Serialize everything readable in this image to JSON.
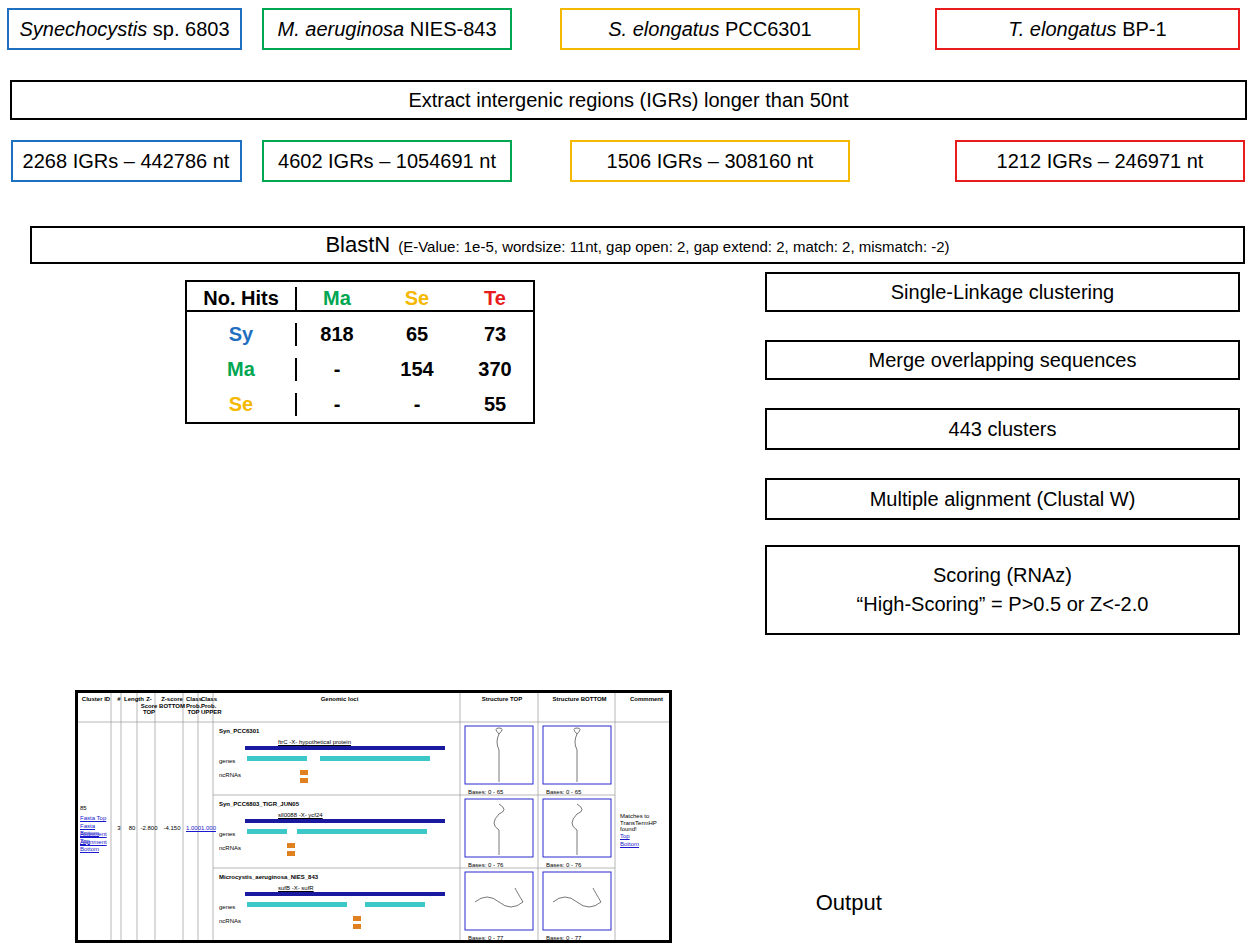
{
  "diagram": {
    "nodes": [
      {
        "text": [
          "Synechocystis sp. 6803"
        ]
      },
      {
        "text": [
          "M. aeruginosa NIES-843"
        ]
      },
      {
        "text": [
          "S. elongatus PCC6301"
        ]
      },
      {
        "text": [
          "T. elongatus BP-1"
        ]
      },
      {
        "text": [
          "Extract intergenic regions (IGRs) longer than 50nt"
        ]
      },
      {
        "text": [
          "2268 IGRs – 442786 nt"
        ]
      },
      {
        "text": [
          "4602 IGRs – 1054691 nt"
        ]
      },
      {
        "text": [
          "1506 IGRs – 308160 nt"
        ]
      },
      {
        "text": [
          "1212 IGRs – 246971 nt"
        ]
      },
      {
        "text": [
          "BlastN",
          "(E-Value: 1e-5, wordsize: 11nt, gap open: 2, gap extend: 2, match: 2, mismatch: -2)"
        ]
      },
      {
        "text": [
          "No. Hits",
          "Ma",
          "Se",
          "Te",
          "Sy",
          "818",
          "65",
          "73",
          "Ma",
          "-",
          "154",
          "370",
          "Se",
          "-",
          "-",
          "55"
        ]
      },
      {
        "text": [
          "Single-Linkage clustering"
        ]
      },
      {
        "text": [
          "Merge overlapping sequences"
        ]
      },
      {
        "text": [
          "443 clusters"
        ]
      },
      {
        "text": [
          "Multiple alignment (Clustal W)"
        ]
      },
      {
        "text": [
          "Scoring (RNAz)",
          "“High-Scoring” = P>0.5 or Z<-2.0"
        ]
      },
      {
        "text": [
          "Cluster ID",
          "#",
          "Length",
          "Z-Score TOP",
          "Z-score BOTTOM",
          "Class Prob. TOP",
          "Class Prob. UPPER",
          "Genomic loci",
          "Structure TOP",
          "Structure BOTTOM",
          "Commment",
          "85",
          "Fasta Top",
          "Fasta Bottom",
          "Alignment Top",
          "Alignment Bottom",
          "3",
          "80",
          "-2.800",
          "-4.150",
          "1.000",
          "1.000",
          "Syn_PCC6301",
          "ftrC -X- hypothetical protein",
          "Syn_PCC6803_TIGR_JUN05",
          "sll0088 -X- ycf24",
          "Microcystis_aeruginosa_NIES_843",
          "sufB -X- sufR",
          "Bases: 0 - 65",
          "Bases: 0 - 65",
          "Bases: 0 - 76",
          "Bases: 0 - 76",
          "Bases: 0 - 77",
          "Bases: 0 - 77",
          "Matches to TransTermHP found!",
          "Top",
          "Bottom",
          "genes",
          "ncRNAs",
          "genes",
          "ncRNAs",
          "genes",
          "ncRNAs"
        ]
      }
    ],
    "edges": [
      {
        "from": 0,
        "to": 4,
        "arrow": "none"
      },
      {
        "from": 1,
        "to": 4,
        "arrow": "none"
      },
      {
        "from": 2,
        "to": 4,
        "arrow": "none"
      },
      {
        "from": 3,
        "to": 4,
        "arrow": "none"
      },
      {
        "from": 4,
        "to": 5,
        "arrow": "to"
      },
      {
        "from": 4,
        "to": 6,
        "arrow": "to"
      },
      {
        "from": 4,
        "to": 7,
        "arrow": "to"
      },
      {
        "from": 4,
        "to": 8,
        "arrow": "to"
      },
      {
        "from": 5,
        "to": 9,
        "arrow": "none"
      },
      {
        "from": 6,
        "to": 9,
        "arrow": "none"
      },
      {
        "from": 7,
        "to": 9,
        "arrow": "none"
      },
      {
        "from": 8,
        "to": 9,
        "arrow": "none"
      },
      {
        "from": 9,
        "to": 10,
        "arrow": "to"
      },
      {
        "from": 10,
        "to": 11,
        "arrow": "to"
      },
      {
        "from": 11,
        "to": 12,
        "arrow": "to"
      },
      {
        "from": 12,
        "to": 13,
        "arrow": "to"
      },
      {
        "from": 13,
        "to": 14,
        "arrow": "to"
      },
      {
        "from": 14,
        "to": 15,
        "arrow": "to"
      },
      {
        "from": 15,
        "to": 16,
        "label": "Output",
        "arrow": "to"
      }
    ]
  }
}
